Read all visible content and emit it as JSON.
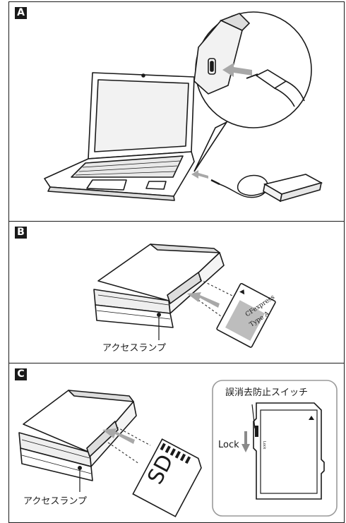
{
  "panels": {
    "a": {
      "badge": "A"
    },
    "b": {
      "badge": "B",
      "lamp_label": "アクセスランプ"
    },
    "c": {
      "badge": "C",
      "lamp_label": "アクセスランプ",
      "switch_label": "誤消去防止スイッチ",
      "lock_label": "Lock"
    }
  },
  "cfexpress_card": {
    "line1": "CFexpress",
    "line2": "Type A"
  },
  "sd_card": {
    "text": "SD",
    "lock_mark": "Lock"
  },
  "colors": {
    "line": "#1a1a1a",
    "gray": "#bdbdbd",
    "lightgray": "#e6e6e6"
  }
}
